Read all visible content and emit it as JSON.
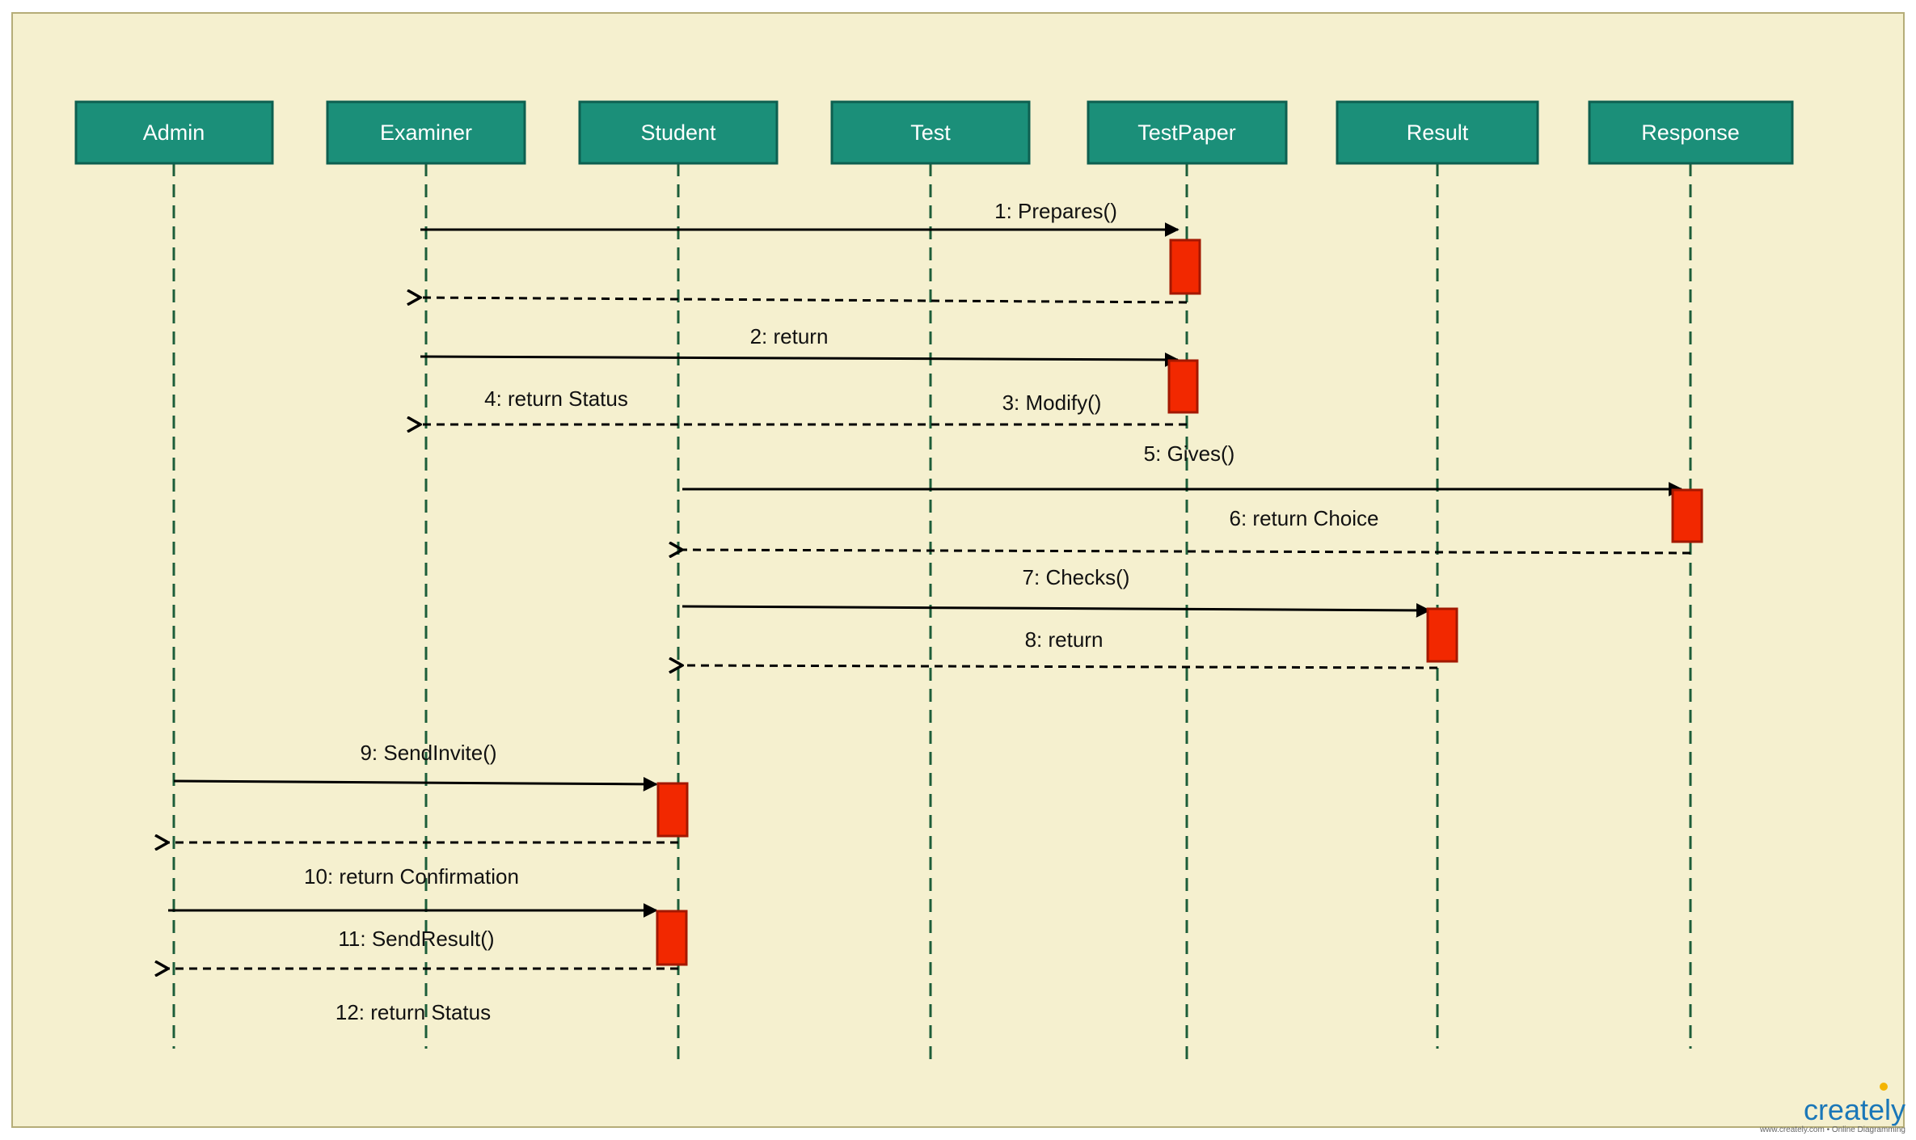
{
  "lifelines": [
    "Admin",
    "Examiner",
    "Student",
    "Test",
    "TestPaper",
    "Result",
    "Response"
  ],
  "messages": [
    {
      "label": "1: Prepares()",
      "from": "Examiner",
      "to": "TestPaper",
      "kind": "call"
    },
    {
      "label": "",
      "from": "TestPaper",
      "to": "Examiner",
      "kind": "return"
    },
    {
      "label": "2: return",
      "from": "Examiner",
      "to": "TestPaper",
      "kind": "call"
    },
    {
      "label": "3: Modify()",
      "from": "TestPaper",
      "to": "Examiner",
      "kind": "return"
    },
    {
      "label": "4: return Status",
      "from": "TestPaper",
      "to": "Examiner",
      "kind": "return-label"
    },
    {
      "label": "5: Gives()",
      "from": "Student",
      "to": "Response",
      "kind": "call"
    },
    {
      "label": "6: return Choice",
      "from": "Response",
      "to": "Student",
      "kind": "return"
    },
    {
      "label": "7: Checks()",
      "from": "Student",
      "to": "Result",
      "kind": "call"
    },
    {
      "label": "8: return",
      "from": "Result",
      "to": "Student",
      "kind": "return"
    },
    {
      "label": "9: SendInvite()",
      "from": "Admin",
      "to": "Student",
      "kind": "call"
    },
    {
      "label": "",
      "from": "Student",
      "to": "Admin",
      "kind": "return"
    },
    {
      "label": "10: return Confirmation",
      "from": "Admin",
      "to": "Student",
      "kind": "call-label"
    },
    {
      "label": "11: SendResult()",
      "from": "Student",
      "to": "Admin",
      "kind": "return-label"
    },
    {
      "label": "12: return Status",
      "from": "Student",
      "to": "Admin",
      "kind": "return-label"
    }
  ],
  "brand": {
    "name": "creately",
    "tagline": "www.creately.com • Online Diagramming"
  },
  "colors": {
    "canvas": "#f5f0cf",
    "canvas_border": "#b5ad78",
    "lifeline_fill": "#1b8f79",
    "lifeline_stroke": "#0d5f50",
    "lifeline_dash": "#1d5e3a",
    "activation_fill": "#f22800",
    "activation_stroke": "#a31800",
    "arrow": "#111111",
    "brand": "#1a77b8",
    "brand_accent": "#f4b400"
  }
}
